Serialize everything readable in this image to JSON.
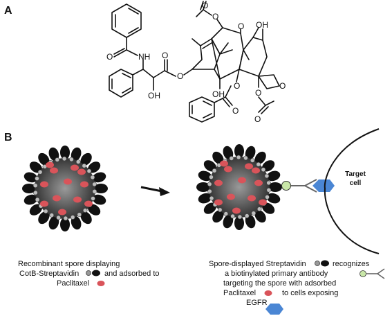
{
  "panels": {
    "a_label": "A",
    "b_label": "B"
  },
  "molecule": {
    "atoms": {
      "amide_nh": "NH",
      "amide_o": "O",
      "ester_o": "O",
      "ester_o2": "O",
      "side_oh": "OH",
      "oac_top_o1": "O",
      "oac_top_o2": "O",
      "ketone_o": "O",
      "c7_oh": "OH",
      "c1_oh": "OH",
      "bz_o1": "O",
      "bz_o2": "O",
      "oac_o1": "O",
      "oac_o2": "O",
      "oxetane_o": "O"
    }
  },
  "panel_b": {
    "target_cell": "Target cell",
    "left_caption": [
      "Recombinant  spore displaying",
      "CotB-Streptavidin",
      "and adsorbed to",
      "Paclitaxel"
    ],
    "right_caption": [
      "Spore-displayed Streptavidin",
      "recognizes",
      "a biotinylated primary antibody",
      "targeting the spore with adsorbed",
      "Paclitaxel",
      "to  cells exposing",
      "EGFR"
    ]
  },
  "colors": {
    "spore_petal": "#111111",
    "paclitaxel": "#d9545a",
    "biotin": "#c9e7a8",
    "egfr": "#4a86d4",
    "core_dark": "#2a2a2a",
    "core_light": "#9a9a9a"
  }
}
